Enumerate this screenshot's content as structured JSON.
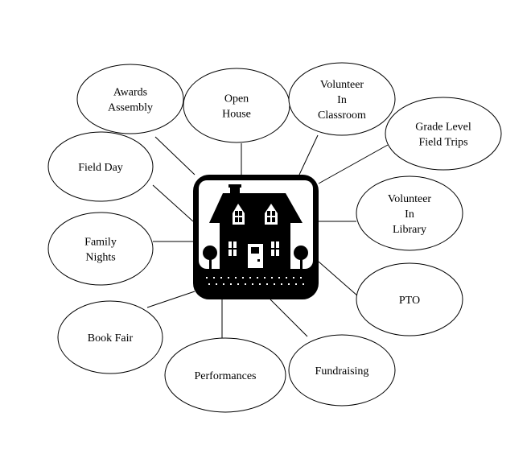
{
  "center": {
    "icon": "school-house-icon"
  },
  "bubbles": [
    {
      "id": "awards-assembly",
      "lines": [
        "Awards",
        "Assembly"
      ]
    },
    {
      "id": "open-house",
      "lines": [
        "Open",
        "House"
      ]
    },
    {
      "id": "volunteer-in-classroom",
      "lines": [
        "Volunteer",
        "In",
        "Classroom"
      ]
    },
    {
      "id": "grade-level-field-trips",
      "lines": [
        "Grade Level",
        "Field Trips"
      ]
    },
    {
      "id": "field-day",
      "lines": [
        "Field Day"
      ]
    },
    {
      "id": "volunteer-in-library",
      "lines": [
        "Volunteer",
        "In",
        "Library"
      ]
    },
    {
      "id": "family-nights",
      "lines": [
        "Family",
        "Nights"
      ]
    },
    {
      "id": "pto",
      "lines": [
        "PTO"
      ]
    },
    {
      "id": "book-fair",
      "lines": [
        "Book Fair"
      ]
    },
    {
      "id": "performances",
      "lines": [
        "Performances"
      ]
    },
    {
      "id": "fundraising",
      "lines": [
        "Fundraising"
      ]
    }
  ]
}
